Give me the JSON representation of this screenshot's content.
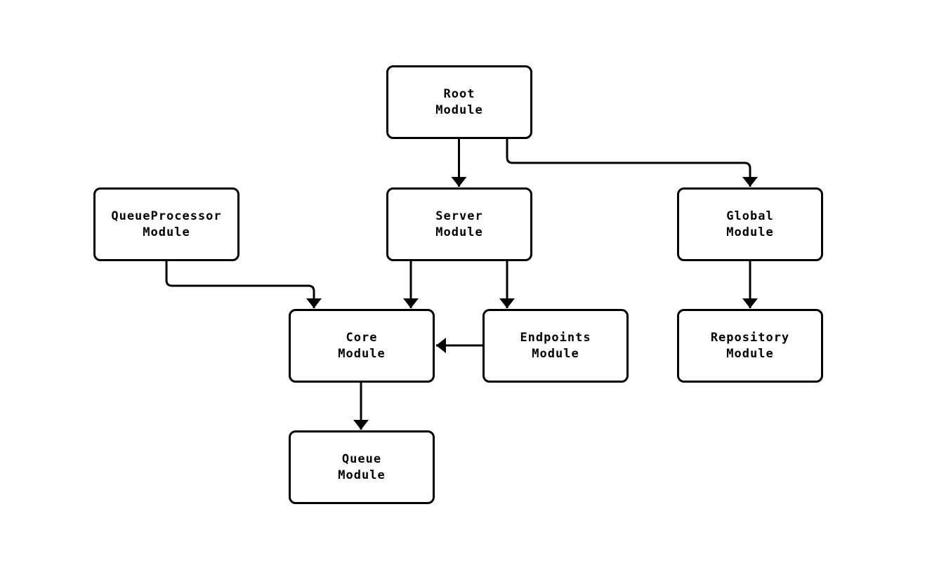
{
  "page": {
    "background_color": "#ffffff",
    "stroke_color": "#000000",
    "node_fill_color": "#ffffff",
    "text_color": "#000000"
  },
  "diagram": {
    "type": "module-dependency-graph",
    "nodes": [
      {
        "id": "root",
        "label": "Root\nModule"
      },
      {
        "id": "queueprocessor",
        "label": "QueueProcessor\nModule"
      },
      {
        "id": "server",
        "label": "Server\nModule"
      },
      {
        "id": "global",
        "label": "Global\nModule"
      },
      {
        "id": "core",
        "label": "Core\nModule"
      },
      {
        "id": "endpoints",
        "label": "Endpoints\nModule"
      },
      {
        "id": "repository",
        "label": "Repository\nModule"
      },
      {
        "id": "queue",
        "label": "Queue\nModule"
      }
    ],
    "edges": [
      {
        "from": "Root Module",
        "to": "Server Module"
      },
      {
        "from": "Root Module",
        "to": "Global Module"
      },
      {
        "from": "QueueProcessor Module",
        "to": "Core Module"
      },
      {
        "from": "Server Module",
        "to": "Core Module"
      },
      {
        "from": "Server Module",
        "to": "Endpoints Module"
      },
      {
        "from": "Endpoints Module",
        "to": "Core Module"
      },
      {
        "from": "Global Module",
        "to": "Repository Module"
      },
      {
        "from": "Core Module",
        "to": "Queue Module"
      }
    ]
  }
}
